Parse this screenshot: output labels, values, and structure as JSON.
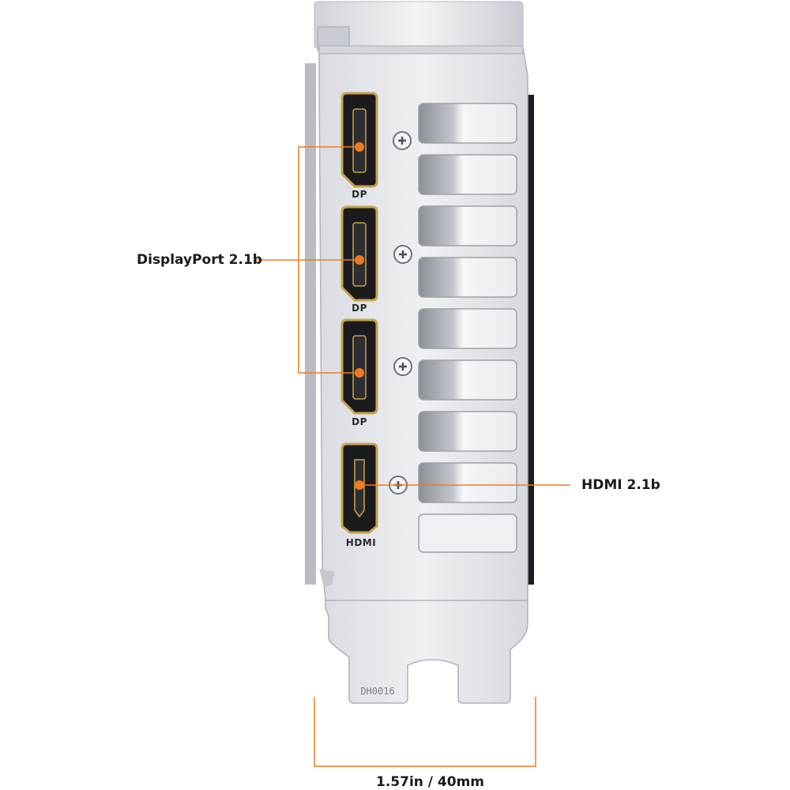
{
  "callouts": {
    "displayport": "DisplayPort 2.1b",
    "hdmi": "HDMI 2.1b",
    "width": "1.57in / 40mm"
  },
  "port_labels": {
    "dp_1": "DP",
    "dp_2": "DP",
    "dp_3": "DP",
    "hdmi": "HDMI"
  },
  "bracket_stamp": "DH0016",
  "colors": {
    "accent": "#f07a1f",
    "gold": "#c9a24a",
    "bracket": "#e4e6ea"
  }
}
